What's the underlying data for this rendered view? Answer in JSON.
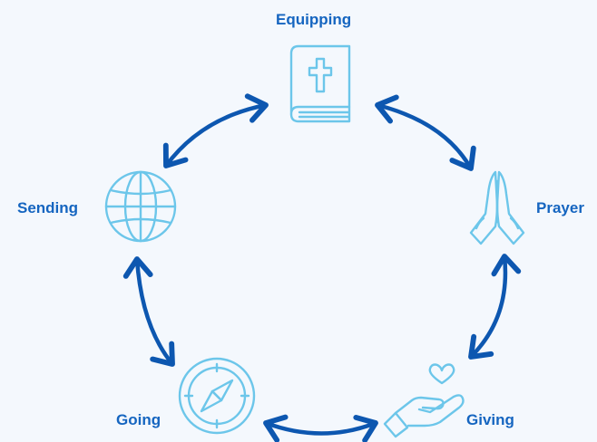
{
  "cycle": {
    "stages": [
      {
        "label": "Equipping",
        "icon": "bible-icon"
      },
      {
        "label": "Prayer",
        "icon": "praying-hands-icon"
      },
      {
        "label": "Giving",
        "icon": "giving-hand-heart-icon"
      },
      {
        "label": "Going",
        "icon": "compass-icon"
      },
      {
        "label": "Sending",
        "icon": "globe-icon"
      }
    ],
    "colors": {
      "icon": "#6cc6ea",
      "arrow": "#0d57b0",
      "label": "#1565c0",
      "background": "#f4f8fd"
    }
  }
}
